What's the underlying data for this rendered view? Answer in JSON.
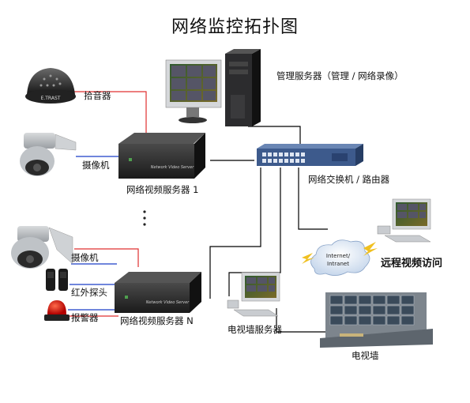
{
  "title": "网络监控拓扑图",
  "labels": {
    "microphone": "拾音器",
    "camera_1": "摄像机",
    "server_1": "网络视频服务器 1",
    "management_server": "管理服务器（管理 / 网络录像）",
    "switch": "网络交换机 / 路由器",
    "camera_n": "摄像机",
    "ir_probe": "红外探头",
    "alarm": "报警器",
    "server_n": "网络视频服务器 N",
    "videowall_server": "电视墙服务器",
    "videowall": "电视墙",
    "remote_access": "远程视频访问"
  },
  "device_text": {
    "mic_brand": "E.TRAST",
    "nvs_front": "Network Video Server",
    "cloud_line1": "Internet/",
    "cloud_line2": "Intranet"
  },
  "colors": {
    "audio_line": "#e03030",
    "video_line": "#1a3fc8",
    "network_line": "#000000",
    "switch_body": "#3d5a8c"
  }
}
